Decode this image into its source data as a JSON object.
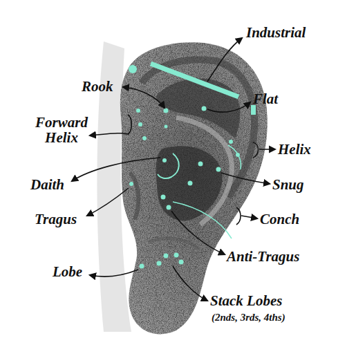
{
  "diagram": {
    "labels": [
      "Industrial",
      "Rook",
      "Flat",
      "Forward Helix",
      "Helix",
      "Daith",
      "Snug",
      "Tragus",
      "Conch",
      "Anti-Tragus",
      "Lobe",
      "Stack Lobes",
      "(2nds, 3rds, 4ths)"
    ]
  }
}
